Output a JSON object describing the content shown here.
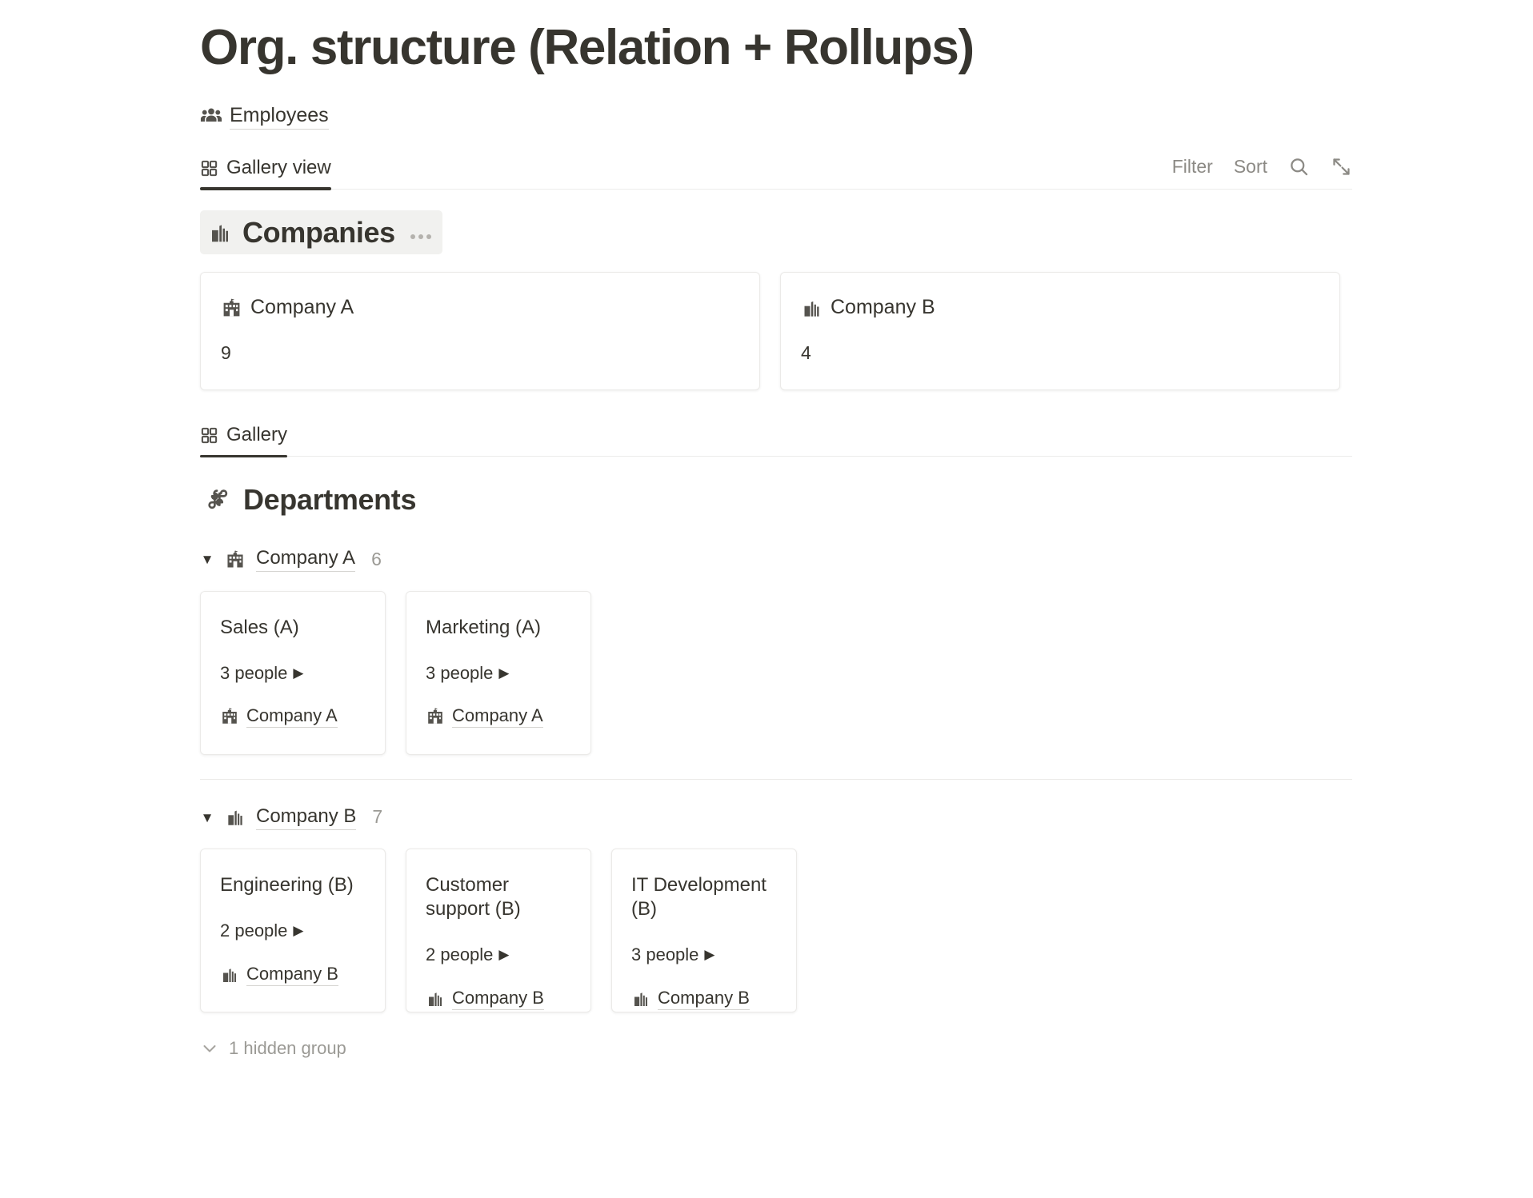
{
  "page": {
    "title": "Org. structure (Relation + Rollups)",
    "breadcrumb": {
      "icon": "people-group-icon",
      "label": "Employees"
    }
  },
  "toolbar": {
    "view_tab": {
      "icon": "gallery-grid-icon",
      "label": "Gallery view"
    },
    "filter_label": "Filter",
    "sort_label": "Sort",
    "search_icon": "search-icon",
    "expand_icon": "expand-diagonal-icon"
  },
  "companies_section": {
    "icon": "office-building-icon",
    "title": "Companies",
    "menu_icon": "ellipsis-icon",
    "cards": [
      {
        "icon": "school-building-icon",
        "title": "Company A",
        "value": "9"
      },
      {
        "icon": "office-building-icon",
        "title": "Company B",
        "value": "4"
      }
    ]
  },
  "departments_view": {
    "tab": {
      "icon": "gallery-grid-icon",
      "label": "Gallery"
    },
    "section": {
      "icon": "command-icon",
      "title": "Departments"
    },
    "groups": [
      {
        "toggle_icon": "triangle-down-icon",
        "icon": "school-building-icon",
        "name": "Company A",
        "count": "6",
        "cards": [
          {
            "title": "Sales (A)",
            "people": "3 people",
            "people_arrow": "▶",
            "relation_icon": "school-building-icon",
            "relation": "Company A"
          },
          {
            "title": "Marketing (A)",
            "people": "3 people",
            "people_arrow": "▶",
            "relation_icon": "school-building-icon",
            "relation": "Company A"
          }
        ]
      },
      {
        "toggle_icon": "triangle-down-icon",
        "icon": "office-building-icon",
        "name": "Company B",
        "count": "7",
        "cards": [
          {
            "title": "Engineering (B)",
            "people": "2 people",
            "people_arrow": "▶",
            "relation_icon": "office-building-icon",
            "relation": "Company B"
          },
          {
            "title": "Customer support (B)",
            "people": "2 people",
            "people_arrow": "▶",
            "relation_icon": "office-building-icon",
            "relation": "Company B"
          },
          {
            "title": "IT Development (B)",
            "people": "3 people",
            "people_arrow": "▶",
            "relation_icon": "office-building-icon",
            "relation": "Company B"
          }
        ]
      }
    ],
    "hidden_group": {
      "chevron_icon": "chevron-down-icon",
      "label": "1 hidden group"
    }
  },
  "colors": {
    "text": "#37352f",
    "muted": "#9b9a95",
    "border": "#ebeae8",
    "highlight_bg": "#f1f1ef"
  }
}
